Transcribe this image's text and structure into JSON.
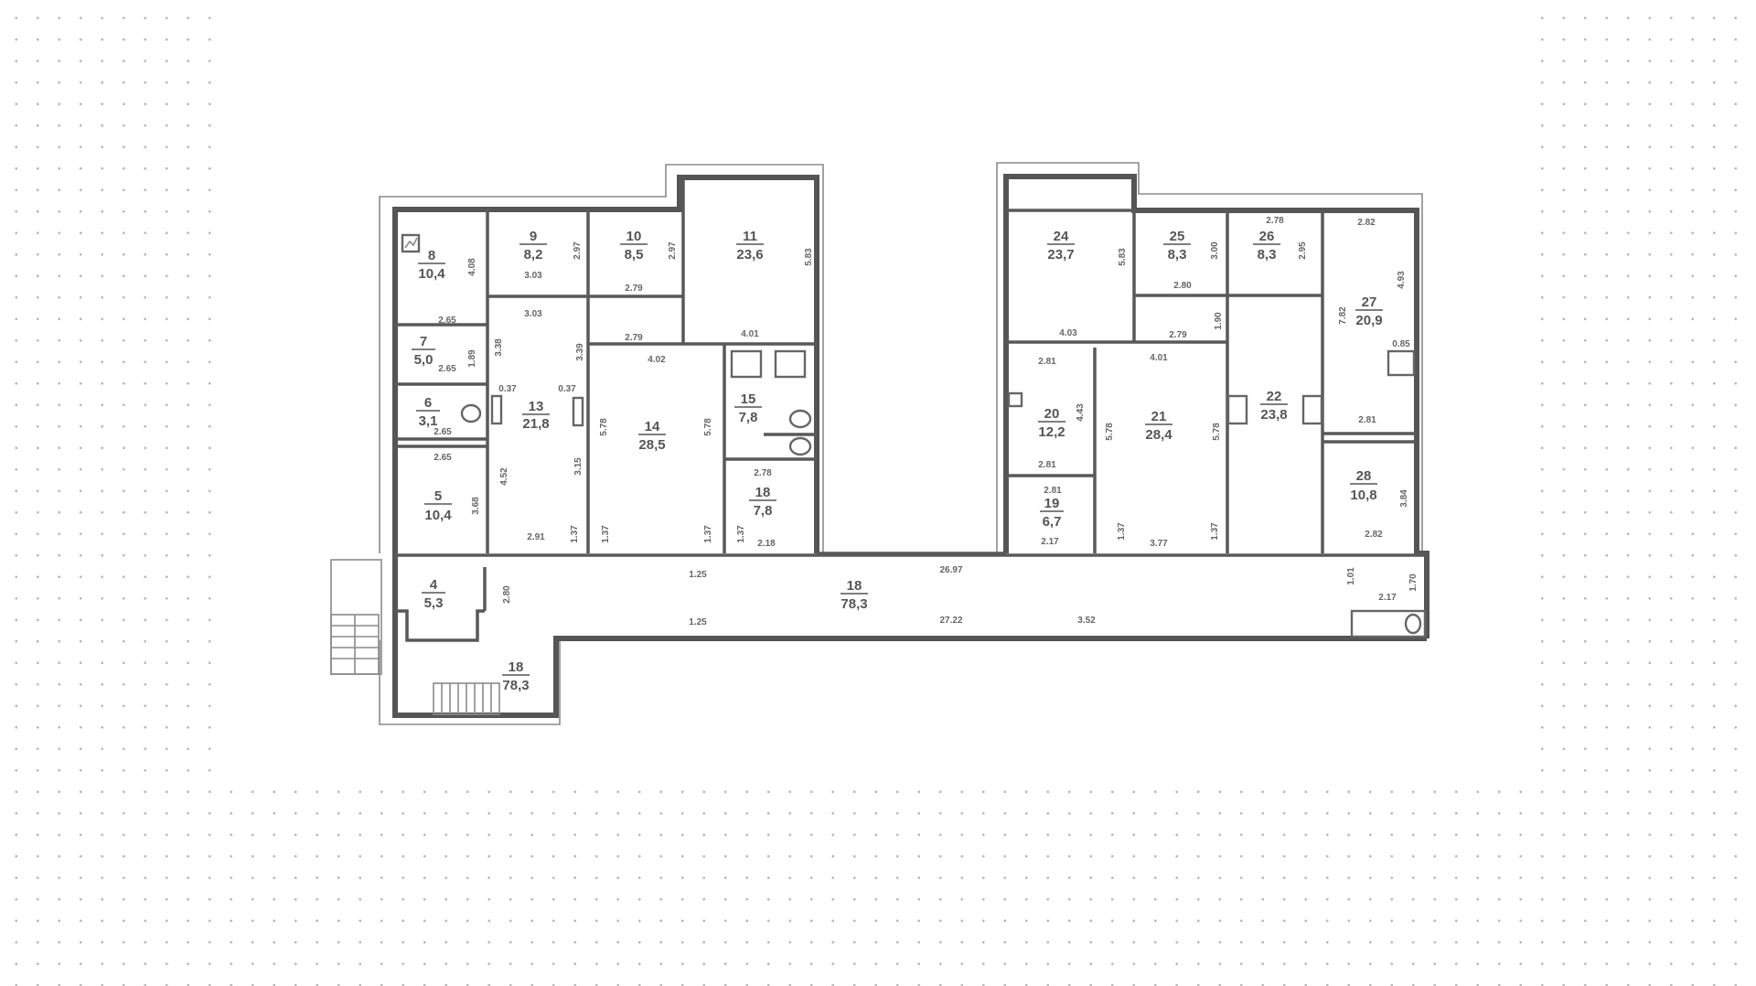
{
  "plan": {
    "rooms": [
      {
        "number": "8",
        "area": "10,4"
      },
      {
        "number": "9",
        "area": "8,2"
      },
      {
        "number": "10",
        "area": "8,5"
      },
      {
        "number": "11",
        "area": "23,6"
      },
      {
        "number": "7",
        "area": "5,0"
      },
      {
        "number": "6",
        "area": "3,1"
      },
      {
        "number": "13",
        "area": "21,8"
      },
      {
        "number": "14",
        "area": "28,5"
      },
      {
        "number": "15",
        "area": "7,8"
      },
      {
        "number": "18",
        "area": "7,8"
      },
      {
        "number": "5",
        "area": "10,4"
      },
      {
        "number": "4",
        "area": "5,3"
      },
      {
        "number": "18",
        "area": "78,3"
      },
      {
        "number": "18",
        "area": "78,3"
      },
      {
        "number": "24",
        "area": "23,7"
      },
      {
        "number": "25",
        "area": "8,3"
      },
      {
        "number": "26",
        "area": "8,3"
      },
      {
        "number": "27",
        "area": "20,9"
      },
      {
        "number": "20",
        "area": "12,2"
      },
      {
        "number": "21",
        "area": "28,4"
      },
      {
        "number": "22",
        "area": "23,8"
      },
      {
        "number": "28",
        "area": "10,8"
      },
      {
        "number": "19",
        "area": "6,7"
      }
    ],
    "dimensions_horizontal": [
      "3.03",
      "3.03",
      "2.79",
      "2.79",
      "4.01",
      "4.02",
      "2.65",
      "2.65",
      "2.65",
      "2.65",
      "2.91",
      "2.18",
      "2.78",
      "26.97",
      "27.22",
      "1.25",
      "1.25",
      "3.52",
      "4.03",
      "2.80",
      "2.79",
      "4.01",
      "2.78",
      "2.82",
      "2.81",
      "2.82",
      "2.81",
      "2.81",
      "2.81",
      "2.17",
      "3.77",
      "0.85",
      "0.37",
      "0.37",
      "2.17"
    ],
    "dimensions_vertical": [
      "4.08",
      "2.97",
      "2.97",
      "5.83",
      "3.38",
      "1.89",
      "3.39",
      "5.78",
      "5.78",
      "4.52",
      "3.15",
      "3.68",
      "1.37",
      "1.37",
      "1.37",
      "1.37",
      "5.83",
      "3.00",
      "2.95",
      "4.93",
      "7.82",
      "1.90",
      "4.43",
      "5.78",
      "5.78",
      "3.84",
      "1.37",
      "1.37",
      "1.01",
      "1.70",
      "2.80"
    ],
    "colors": {
      "wall": "#595959",
      "dots": "#b9b9b9",
      "background": "#ffffff"
    }
  }
}
